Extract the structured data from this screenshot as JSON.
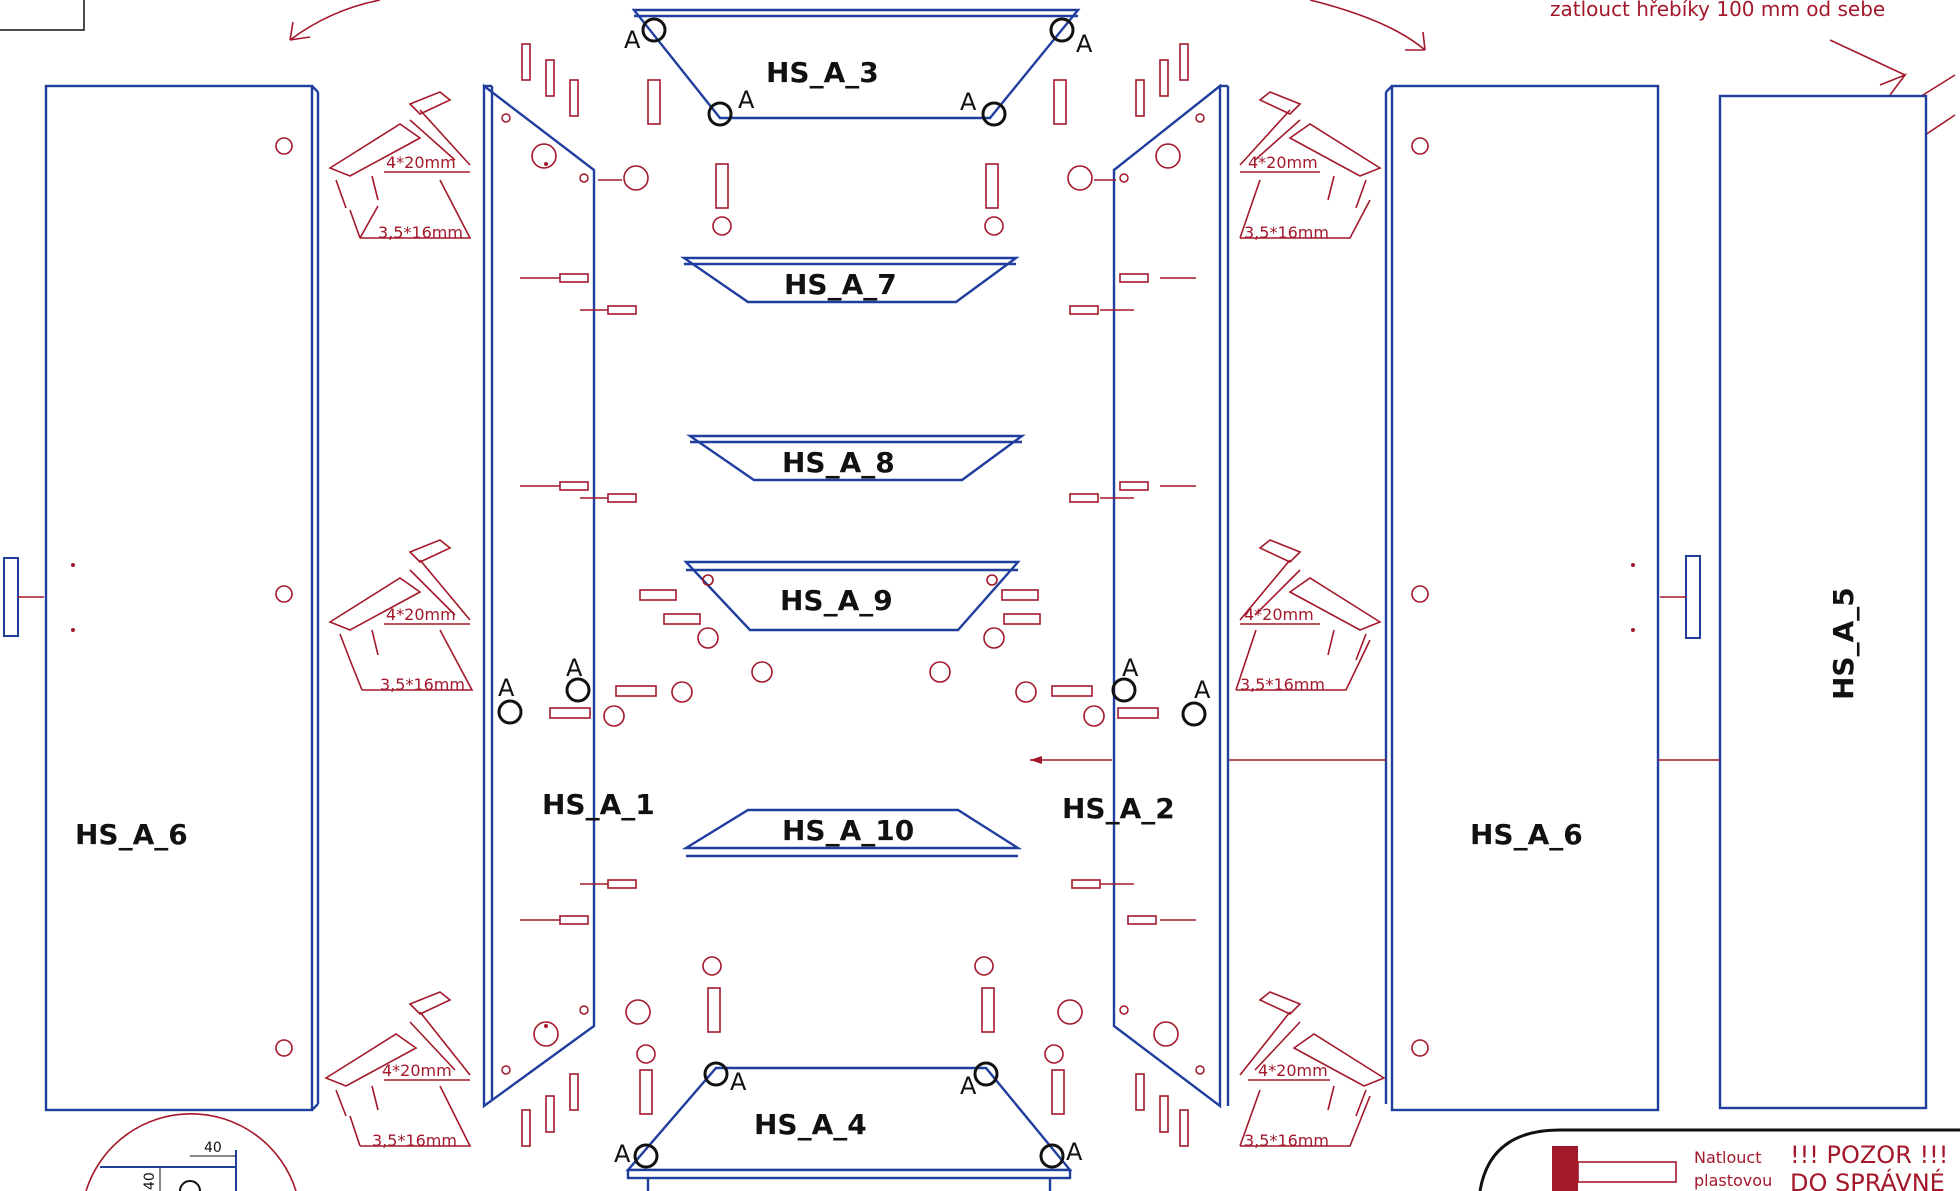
{
  "panels": {
    "hs_a_1": "HS_A_1",
    "hs_a_2": "HS_A_2",
    "hs_a_3": "HS_A_3",
    "hs_a_4": "HS_A_4",
    "hs_a_5": "HS_A_5",
    "hs_a_6_left": "HS_A_6",
    "hs_a_6_right": "HS_A_6",
    "hs_a_7": "HS_A_7",
    "hs_a_8": "HS_A_8",
    "hs_a_9": "HS_A_9",
    "hs_a_10": "HS_A_10"
  },
  "point_marker": "A",
  "hardware": {
    "screw_a": "4*20mm",
    "screw_b": "3,5*16mm"
  },
  "notes": {
    "top_right": "zatlouct hřebíky 100 mm od sebe",
    "bottom_note_1": "Natlouct",
    "bottom_note_2": "plastovou",
    "warning_1": "!!! POZOR !!!",
    "warning_2": "DO SPRÁVNÉ"
  },
  "detail_dims": {
    "horizontal": "40",
    "vertical": "40"
  },
  "colors": {
    "panel_outline": "#1f3e9e",
    "hardware": "#a3182b",
    "marker": "#111111"
  }
}
